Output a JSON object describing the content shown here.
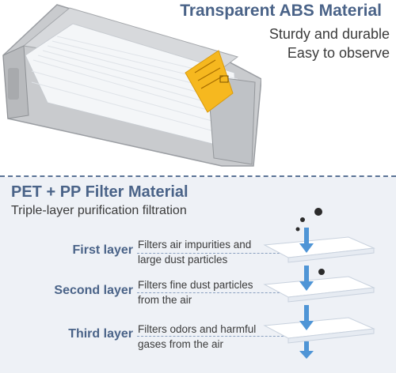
{
  "top": {
    "headline": "Transparent ABS Material",
    "line1": "Sturdy and durable",
    "line2": "Easy to observe"
  },
  "section": {
    "title": "PET + PP Filter Material",
    "subtitle": "Triple-layer purification filtration"
  },
  "layers": [
    {
      "name": "First layer",
      "desc_line1": "Filters air impurities and",
      "desc_line2": "large dust particles"
    },
    {
      "name": "Second layer",
      "desc_line1": "Filters fine dust particles",
      "desc_line2": "from the air"
    },
    {
      "name": "Third layer",
      "desc_line1": "Filters odors and harmful",
      "desc_line2": "gases from the air"
    }
  ],
  "colors": {
    "accent": "#4a6388",
    "arrow": "#4f95d6",
    "label_tag": "#f6b81f"
  }
}
